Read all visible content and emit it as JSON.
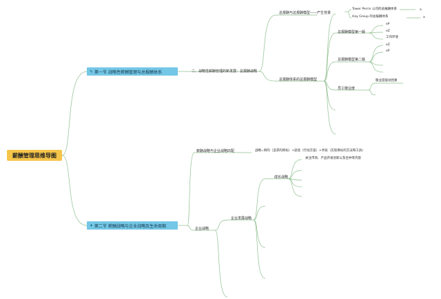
{
  "root": {
    "title": "薪酬管理思维导图"
  },
  "section1": {
    "icon": "wrench-icon",
    "label": "第一节 战略性薪酬管理与总报酬体系",
    "child": "二、战略性薪酬管理的新发展：总报酬战略",
    "branch_a": {
      "label": "总报酬与总报酬模型——产生背景",
      "items": [
        "Tower Perrin 公司的总报酬体系",
        "Hay Group 的总报酬体系"
      ],
      "marks": [
        "a",
        "a"
      ]
    },
    "branch_b": {
      "label": "总报酬体系的总报酬模型",
      "model1": {
        "label": "总报酬模型第一版",
        "items": [
          "eP",
          "eZ"
        ]
      },
      "work_env": "工作环境",
      "model2": {
        "label": "总报酬模型第二版",
        "items": [
          "eZ",
          "eP"
        ]
      },
      "employee": {
        "label": "员工敬业度",
        "item": "敬业度驱动因素"
      }
    }
  },
  "section2": {
    "icon": "lightbulb-icon",
    "label": "第二节 薪酬战略与企业战略及生命周期",
    "branch_a": {
      "label": "薪酬战略与企业战略匹配",
      "detail": "战略=目的（追求的目标）+途径（行动方案）+手段（实现目标的方法和工具）"
    },
    "branch_b": {
      "label": "企业战略",
      "sub": {
        "label": "企业发展战略",
        "growth": {
          "label": "成长战略",
          "detail": "关注市场、产品开发创新以及合并等内容"
        }
      }
    }
  }
}
